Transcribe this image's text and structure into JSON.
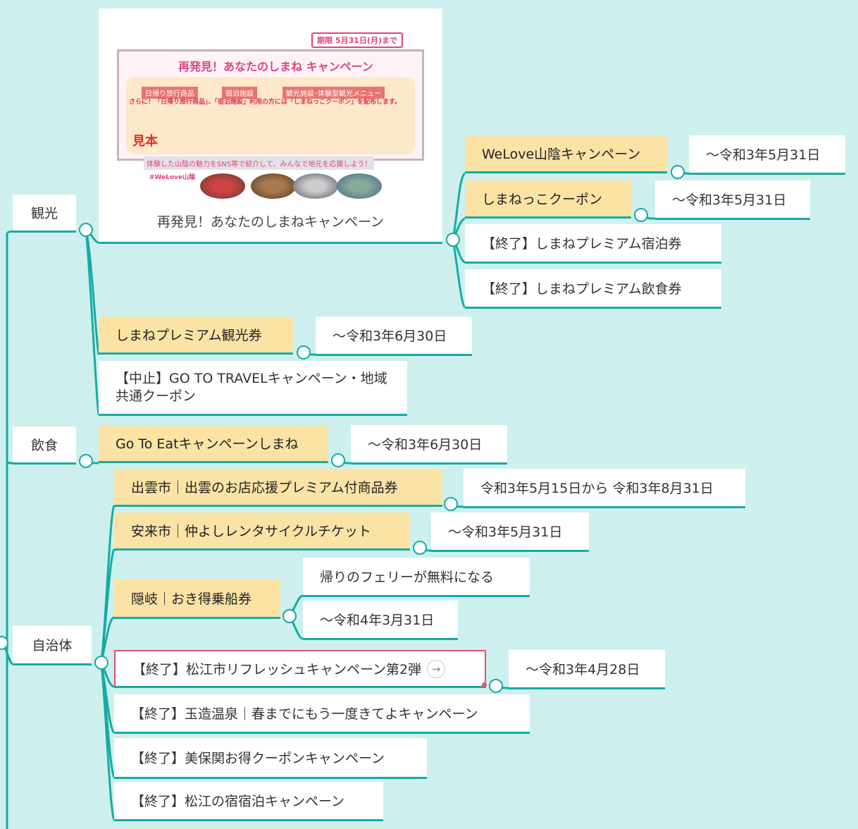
{
  "categories": {
    "kanko": "観光",
    "inshoku": "飲食",
    "jichitai": "自治体"
  },
  "image_node": {
    "caption": "再発見！あなたのしまねキャンペーン",
    "poster": {
      "deadline": "期限 5月31日(月)まで",
      "title": "再発見！あなたのしまね キャンペーン",
      "labels": [
        "日帰り旅行商品",
        "宿泊施設",
        "観光施設･体験型観光メニュー"
      ],
      "note": "さらに！「日帰り旅行商品」、「宿泊施設」利用の方には「しまねっこクーポン」を配布します。",
      "sample": "見本",
      "sns": "体験した山陰の魅力をSNS等で紹介して、みんなで地元を応援しよう！",
      "hashtag": "#WeLove山陰"
    }
  },
  "kanko": {
    "welove": {
      "label": "WeLove山陰キャンペーン",
      "date": "〜令和3年5月31日"
    },
    "shimanekko": {
      "label": "しまねっこクーポン",
      "date": "〜令和3年5月31日"
    },
    "shukuhaku": "【終了】しまねプレミアム宿泊券",
    "inshokuken": "【終了】しまねプレミアム飲食券",
    "kankoken": {
      "label": "しまねプレミアム観光券",
      "date": "〜令和3年6月30日"
    },
    "gotravel": "【中止】GO TO TRAVELキャンペーン・地域共通クーポン"
  },
  "inshoku": {
    "goto_eat": {
      "label": "Go To Eatキャンペーンしまね",
      "date": "〜令和3年6月30日"
    }
  },
  "jichitai": {
    "izumo": {
      "label": "出雲市｜出雲のお店応援プレミアム付商品券",
      "date": "令和3年5月15日から 令和3年8月31日"
    },
    "yasugi": {
      "label": "安来市｜仲よしレンタサイクルチケット",
      "date": "〜令和3年5月31日"
    },
    "oki": {
      "label": "隠岐｜おき得乗船券",
      "note": "帰りのフェリーが無料になる",
      "date": "〜令和4年3月31日"
    },
    "matsue_refresh": {
      "label": "【終了】松江市リフレッシュキャンペーン第2弾",
      "date": "〜令和3年4月28日"
    },
    "tamatsukuri": "【終了】玉造温泉｜春までにもう一度きてよキャンペーン",
    "mihonoseki": "【終了】美保関お得クーポンキャンペーン",
    "matsue_yado": "【終了】松江の宿宿泊キャンペーン"
  },
  "colors": {
    "background": "#cdf0ef",
    "line": "#17aba3",
    "highlight": "#fbe3a6",
    "selected": "#e0566c"
  }
}
